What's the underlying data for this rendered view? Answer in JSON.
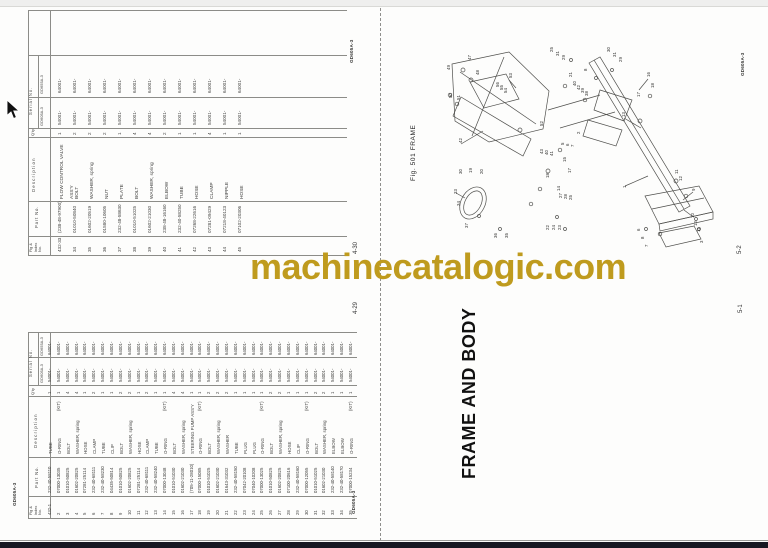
{
  "watermark": {
    "text": "machinecatalogic.com",
    "color": "#bf9b1e"
  },
  "doc_code": "GD605A-3",
  "table_headers": {
    "index": "Fig & Index No.",
    "part": "Part No.",
    "desc": "Description",
    "qty": "Q'ty",
    "serial_group": "Serial No.",
    "serial_a": "GD605A-3",
    "serial_b": "GD655A-3",
    "kit_note": "(KIT)"
  },
  "serial_values": {
    "a": "54001-",
    "b": "64001-"
  },
  "pages": {
    "p430": {
      "page_no": "4-30",
      "rows": [
        [
          "432-33",
          "(238-48-97900)",
          "FLOW CONTROL VALVE ASS'Y",
          "1",
          0
        ],
        [
          "34",
          "01010-50840",
          "BOLT",
          "2",
          0
        ],
        [
          "35",
          "01602-20519",
          "WASHER, spring",
          "2",
          0
        ],
        [
          "36",
          "01580-10605",
          "NUT",
          "2",
          0
        ],
        [
          "37",
          "232-48-58630",
          "PLATE",
          "1",
          0
        ],
        [
          "38",
          "01010-51025",
          "BOLT",
          "4",
          0
        ],
        [
          "39",
          "01602-21030",
          "WASHER, spring",
          "4",
          0
        ],
        [
          "40",
          "238-48-16160",
          "ELBOW",
          "2",
          0
        ],
        [
          "41",
          "232-40-58250",
          "TUBE",
          "1",
          0
        ],
        [
          "42",
          "07268-22616",
          "HOSE",
          "1",
          0
        ],
        [
          "43",
          "07281-09429",
          "CLAMP",
          "4",
          0
        ],
        [
          "44",
          "07218-40123",
          "NIPPLE",
          "1",
          0
        ],
        [
          "45",
          "07102-20306",
          "HOSE",
          "1",
          0
        ]
      ]
    },
    "p429": {
      "page_no": "4-29",
      "rows": [
        [
          "432-1",
          "232-40-58110",
          "TUBE",
          "1",
          0
        ],
        [
          "2",
          "07000-13035",
          "O-RING",
          "1",
          1
        ],
        [
          "3",
          "01010-50825",
          "BOLT",
          "4",
          0
        ],
        [
          "4",
          "01602-20825",
          "WASHER, spring",
          "4",
          0
        ],
        [
          "5",
          "07281-25114",
          "HOSE",
          "1",
          0
        ],
        [
          "6",
          "232-40-68111",
          "CLAMP",
          "2",
          0
        ],
        [
          "7",
          "232-40-58230",
          "TUBE",
          "1",
          0
        ],
        [
          "8",
          "04435-50814",
          "CLIP",
          "1",
          0
        ],
        [
          "9",
          "01010-50825",
          "BOLT",
          "2",
          0
        ],
        [
          "10",
          "01602-20825",
          "WASHER, spring",
          "2",
          0
        ],
        [
          "11",
          "07281-25114",
          "HOSE",
          "1",
          0
        ],
        [
          "12",
          "232-40-68111",
          "CLAMP",
          "2",
          0
        ],
        [
          "13",
          "232-40-58240",
          "TUBE",
          "1",
          0
        ],
        [
          "14",
          "07000-13048",
          "O-RING",
          "1",
          1
        ],
        [
          "15",
          "01010-51030",
          "BOLT",
          "4",
          0
        ],
        [
          "16",
          "01602-21030",
          "WASHER, spring",
          "4",
          0
        ],
        [
          "17",
          "(705-11-28010)",
          "STEERING PUMP ASS'Y",
          "1",
          0
        ],
        [
          "18",
          "07000-15085",
          "O-RING",
          "1",
          1
        ],
        [
          "19",
          "01010-51025",
          "BOLT",
          "2",
          0
        ],
        [
          "20",
          "01602-21030",
          "WASHER, spring",
          "2",
          0
        ],
        [
          "21",
          "01643-31032",
          "WASHER",
          "2",
          0
        ],
        [
          "22",
          "232-40-58150",
          "TUBE",
          "1",
          0
        ],
        [
          "23",
          "07042-20108",
          "PLUG",
          "1",
          0
        ],
        [
          "24",
          "07040-10208",
          "PLUG",
          "1",
          0
        ],
        [
          "25",
          "07000-13025",
          "O-RING",
          "1",
          1
        ],
        [
          "26",
          "01010-50825",
          "BOLT",
          "2",
          0
        ],
        [
          "27",
          "01602-20825",
          "WASHER, spring",
          "2",
          0
        ],
        [
          "28",
          "07100-20616",
          "HOSE",
          "1",
          0
        ],
        [
          "29",
          "232-40-58160",
          "CLIP",
          "1",
          0
        ],
        [
          "30",
          "07000-12055",
          "O-RING",
          "1",
          1
        ],
        [
          "31",
          "01010-51025",
          "BOLT",
          "2",
          0
        ],
        [
          "32",
          "01602-21030",
          "WASHER, spring",
          "2",
          0
        ],
        [
          "33",
          "232-40-58140",
          "ELBOW",
          "1",
          0
        ],
        [
          "34",
          "232-40-58170",
          "ELBOW",
          "1",
          0
        ],
        [
          "35",
          "07000-15234",
          "O-RING",
          "1",
          1
        ]
      ]
    },
    "p52": {
      "page_no": "5-2",
      "figure_label": "Fig. 501  FRAME",
      "callouts": [
        [
          "49",
          447,
          70
        ],
        [
          "47",
          468,
          60
        ],
        [
          "48",
          476,
          75
        ],
        [
          "50",
          449,
          98
        ],
        [
          "51",
          457,
          100
        ],
        [
          "53",
          509,
          78
        ],
        [
          "56",
          496,
          87
        ],
        [
          "55",
          500,
          90
        ],
        [
          "54",
          504,
          93
        ],
        [
          "52",
          540,
          126
        ],
        [
          "25",
          550,
          52
        ],
        [
          "31",
          556,
          56
        ],
        [
          "29",
          562,
          60
        ],
        [
          "21",
          569,
          77
        ],
        [
          "8",
          584,
          71
        ],
        [
          "30",
          607,
          52
        ],
        [
          "31",
          613,
          57
        ],
        [
          "29",
          619,
          62
        ],
        [
          "40",
          573,
          86
        ],
        [
          "42",
          577,
          90
        ],
        [
          "39",
          581,
          93
        ],
        [
          "38",
          585,
          96
        ],
        [
          "16",
          647,
          77
        ],
        [
          "18",
          651,
          88
        ],
        [
          "17",
          637,
          97
        ],
        [
          "13",
          622,
          117
        ],
        [
          "2",
          577,
          134
        ],
        [
          "5",
          561,
          145
        ],
        [
          "6",
          566,
          146
        ],
        [
          "7",
          571,
          147
        ],
        [
          "43",
          540,
          154
        ],
        [
          "40",
          545,
          155
        ],
        [
          "41",
          550,
          156
        ],
        [
          "15",
          563,
          162
        ],
        [
          "18",
          546,
          178
        ],
        [
          "17",
          568,
          173
        ],
        [
          "14",
          557,
          191
        ],
        [
          "27",
          559,
          198
        ],
        [
          "28",
          564,
          199
        ],
        [
          "25",
          569,
          200
        ],
        [
          "22",
          546,
          230
        ],
        [
          "24",
          552,
          230
        ],
        [
          "23",
          558,
          230
        ],
        [
          "30",
          459,
          174
        ],
        [
          "19",
          469,
          173
        ],
        [
          "20",
          480,
          174
        ],
        [
          "33",
          454,
          194
        ],
        [
          "34",
          457,
          206
        ],
        [
          "37",
          465,
          228
        ],
        [
          "36",
          494,
          238
        ],
        [
          "35",
          505,
          238
        ],
        [
          "42",
          459,
          143
        ],
        [
          "1",
          623,
          188
        ],
        [
          "11",
          675,
          174
        ],
        [
          "12",
          679,
          181
        ],
        [
          "9",
          692,
          191
        ],
        [
          "10",
          691,
          218
        ],
        [
          "12",
          694,
          226
        ],
        [
          "11",
          697,
          232
        ],
        [
          "6",
          637,
          231
        ],
        [
          "8",
          641,
          239
        ],
        [
          "7",
          645,
          247
        ],
        [
          "3",
          700,
          243
        ]
      ]
    },
    "p51": {
      "page_no": "5-1",
      "title": "FRAME AND BODY"
    }
  }
}
